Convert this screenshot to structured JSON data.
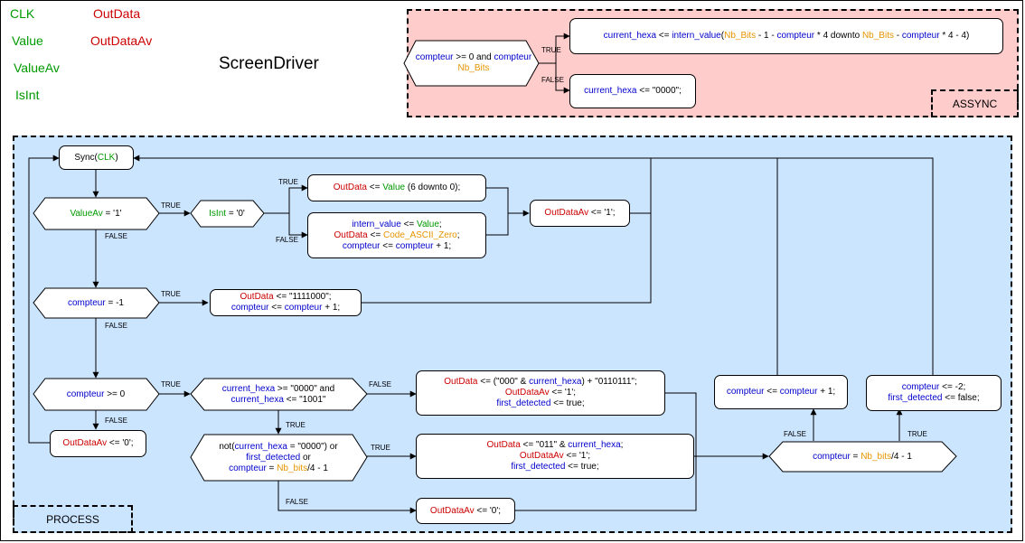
{
  "colors": {
    "signal_in": "#009900",
    "signal_out": "#cc0000",
    "keyword": "#0000cc",
    "constant": "#e69500",
    "async_bg": "#ffcccc",
    "process_bg": "#cce5ff"
  },
  "title": "ScreenDriver",
  "signals_in": [
    "CLK",
    "Value",
    "ValueAv",
    "IsInt"
  ],
  "signals_out": [
    "OutData",
    "OutDataAv"
  ],
  "async": {
    "label": "ASSYNC",
    "cond": {
      "p1": "compteur",
      "p2": " >= 0 and ",
      "p3": "compteur",
      "p4": "Nb_Bits"
    },
    "true_label": "TRUE",
    "false_label": "FALSE",
    "true_box": {
      "p1": "current_hexa",
      "p2": " <= ",
      "p3": "intern_value",
      "p4": "(",
      "p5": "Nb_Bits",
      "p6": " - 1 - ",
      "p7": "compteur",
      "p8": " * 4 downto ",
      "p9": "Nb_Bits",
      "p10": " - ",
      "p11": "compteur",
      "p12": " * 4 - 4)"
    },
    "false_box": {
      "p1": "current_hexa",
      "p2": " <= \"0000\";"
    }
  },
  "process": {
    "label": "PROCESS",
    "sync": {
      "p1": "Sync(",
      "p2": "CLK",
      "p3": ")"
    },
    "valueav_cond": {
      "p1": "ValueAv",
      "p2": " = '1'"
    },
    "isint_cond": {
      "p1": "IsInt",
      "p2": " = '0'"
    },
    "box_outdata_value": {
      "p1": "OutData",
      "p2": " <= ",
      "p3": "Value",
      "p4": " (6 downto 0);"
    },
    "box_intern": {
      "l1": {
        "p1": "intern_value",
        "p2": " <= ",
        "p3": "Value",
        "p4": ";"
      },
      "l2": {
        "p1": "OutData",
        "p2": " <= ",
        "p3": "Code_ASCII_Zero",
        "p4": ";"
      },
      "l3": {
        "p1": "compteur",
        "p2": " <= ",
        "p3": "compteur",
        "p4": " + 1;"
      }
    },
    "box_outdataav1": {
      "p1": "OutDataAv",
      "p2": " <= '1';"
    },
    "cond_compteur_m1": {
      "p1": "compteur",
      "p2": " = -1"
    },
    "box_1111000": {
      "l1": {
        "p1": "OutData",
        "p2": " <= \"1111000\";"
      },
      "l2": {
        "p1": "compteur",
        "p2": " <= ",
        "p3": "compteur",
        "p4": " + 1;"
      }
    },
    "cond_compteur_ge0": {
      "p1": "compteur",
      "p2": " >= 0"
    },
    "box_outdataav0_left": {
      "p1": "OutDataAv",
      "p2": " <= '0';"
    },
    "cond_hexa_range": {
      "l1": {
        "p1": "current_hexa",
        "p2": " >= \"0000\" and"
      },
      "l2": {
        "p1": "current_hexa",
        "p2": " <= \"1001\""
      }
    },
    "box_000hexa": {
      "l1": {
        "p1": "OutData",
        "p2": " <= (\"000\" & ",
        "p3": "current_hexa",
        "p4": ") + \"0110111\";"
      },
      "l2": {
        "p1": "OutDataAv",
        "p2": " <= '1';"
      },
      "l3": {
        "p1": "first_detected",
        "p2": " <= true;"
      }
    },
    "cond_not": {
      "l1": {
        "p1": "not(",
        "p2": "current_hexa",
        "p3": " = \"0000\") or"
      },
      "l2": {
        "p1": "first_detected",
        "p2": " or"
      },
      "l3": {
        "p1": "compteur",
        "p2": " = ",
        "p3": "Nb_bits",
        "p4": "/4 - 1"
      }
    },
    "box_011hexa": {
      "l1": {
        "p1": "OutData",
        "p2": " <= \"011\" & ",
        "p3": "current_hexa",
        "p4": ";"
      },
      "l2": {
        "p1": "OutDataAv",
        "p2": " <= '1';"
      },
      "l3": {
        "p1": "first_detected",
        "p2": " <= true;"
      }
    },
    "box_outdataav0_bottom": {
      "p1": "OutDataAv",
      "p2": " <= '0';"
    },
    "cond_nbbits": {
      "p1": "compteur",
      "p2": " = ",
      "p3": "Nb_bits",
      "p4": "/4 - 1"
    },
    "box_incr": {
      "p1": "compteur",
      "p2": " <= ",
      "p3": "compteur",
      "p4": " + 1;"
    },
    "box_reset": {
      "l1": {
        "p1": "compteur",
        "p2": " <= -2;"
      },
      "l2": {
        "p1": "first_detected",
        "p2": "  <= false;"
      }
    },
    "edge_labels": {
      "t": "TRUE",
      "f": "FALSE"
    }
  }
}
